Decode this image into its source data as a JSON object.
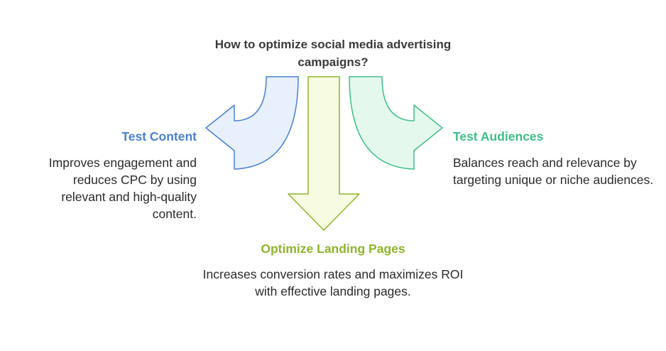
{
  "colors": {
    "left": "#4a80d0",
    "left_fill": "#e7f0fc",
    "center": "#8fb52a",
    "center_fill": "#f6fbe2",
    "right": "#3fbf8a",
    "right_fill": "#e4f8ee"
  },
  "title": "How to optimize social media advertising campaigns?",
  "branches": {
    "left": {
      "heading": "Test Content",
      "description": "Improves engagement and reduces CPC by using relevant and high-quality content."
    },
    "center": {
      "heading": "Optimize Landing Pages",
      "description": "Increases conversion rates and maximizes ROI with effective landing pages."
    },
    "right": {
      "heading": "Test Audiences",
      "description": "Balances reach and relevance by targeting unique or niche audiences."
    }
  }
}
